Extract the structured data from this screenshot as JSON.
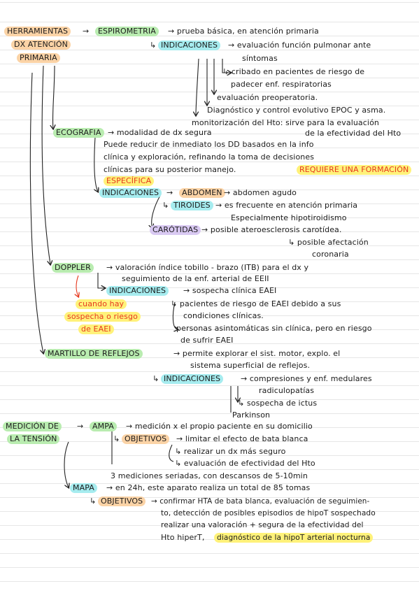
{
  "notes": {
    "header": {
      "title_l1": "HERRAMIENTAS",
      "title_l2": "DX ATENCIÓN",
      "title_l3": "PRIMARIA"
    },
    "espirometria": {
      "label": "ESPIROMETRIA",
      "desc": "→ prueba básica, en atención primaria",
      "ind_label": "INDICACIONES",
      "ind_1a": "→ evaluación función pulmonar ante",
      "ind_1b": "síntomas",
      "ind_2a": "↳ cribado en pacientes de riesgo de",
      "ind_2b": "padecer enf. respiratorias",
      "ind_3": "evaluación preoperatoria.",
      "ind_4": "Diagnóstico y control evolutivo EPOC y asma.",
      "ind_5a": "monitorización del Hto: sirve para la evaluación",
      "ind_5b": "de la efectividad del Hto"
    },
    "ecografia": {
      "label": "ECOGRAFIA",
      "l1": "→ modalidad de dx segura",
      "l2": "Puede reducir de inmediato los DD basados en la info",
      "l3": "clínica y exploración, refinando la toma de decisiones",
      "l4": "clínicas para su posterior manejo.",
      "req_a": "REQUIERE UNA FORMACIÓN",
      "req_b": "ESPECÍFICA",
      "ind_label": "INDICACIONES",
      "abdomen_label": "ABDOMEN",
      "abdomen_text": "→ abdomen agudo",
      "tiroides_label": "TIROIDES",
      "tiroides_a": "→ es frecuente en atención primaria",
      "tiroides_b": "Especialmente hipotiroidismo",
      "carotidas_label": "CARÓTIDAS",
      "carotidas_a": "→ posible ateroesclerosis carotídea.",
      "carotidas_b": "↳ posible afectación",
      "carotidas_c": "coronaria"
    },
    "doppler": {
      "label": "DOPPLER",
      "l1": "→ valoración índice tobillo - brazo (ITB) para el dx y",
      "l2": "seguimiento de la enf. arterial de EEII",
      "ind_label": "INDICACIONES",
      "ind_1": "→ sospecha clínica EAEI",
      "ind_2a": "↳ pacientes de riesgo de EAEI debido a sus",
      "ind_2b": "condiciones clínicas.",
      "ind_3a": "personas asintomáticas sin clínica, pero en riesgo",
      "ind_3b": "de sufrir EAEI",
      "side_1": "cuando hay",
      "side_2": "sospecha o riesgo",
      "side_3": "de EAEI"
    },
    "martillo": {
      "label": "MARTILLO DE REFLEJOS",
      "l1": "→ permite explorar el sist. motor, explo. el",
      "l2": "sistema superficial de reflejos.",
      "ind_label": "INDICACIONES",
      "ind_1a": "→ compresiones y enf. medulares",
      "ind_1b": "radiculopatías",
      "ind_2": "↳ sospecha de ictus",
      "ind_3": "Parkinson"
    },
    "tension": {
      "title_l1": "MEDICIÓN DE",
      "title_l2": "LA TENSIÓN",
      "ampa_label": "AMPA",
      "ampa_desc": "→ medición x el propio paciente en su domicilio",
      "obj_label": "OBJETIVOS",
      "obj_1": "→ limitar el efecto de bata blanca",
      "obj_2": "↳ realizar un dx más seguro",
      "obj_3": "↳ evaluación de efectividad del Hto",
      "mediciones": "3 mediciones seriadas, con descansos de 5-10min",
      "mapa_label": "MAPA",
      "mapa_desc": "→ en 24h, este aparato realiza un total de 85 tomas",
      "mapa_obj_label": "OBJETIVOS",
      "mapa_obj_1": "→ confirmar HTA de bata blanca, evaluación de seguimien-",
      "mapa_obj_2": "to, detección de posibles episodios de hipoT sospechado",
      "mapa_obj_3": "realizar una valoración + segura de la efectividad del",
      "mapa_obj_4a": "Hto hiperT,",
      "mapa_obj_4b": "diagnóstico de la hipoT arterial nocturna"
    }
  },
  "colors": {
    "orange": "#fbd3a6",
    "green": "#b9ecb0",
    "cyan": "#a6ecef",
    "purple": "#d9c9f2",
    "yellow": "#fff27a",
    "red": "#e6391f"
  }
}
